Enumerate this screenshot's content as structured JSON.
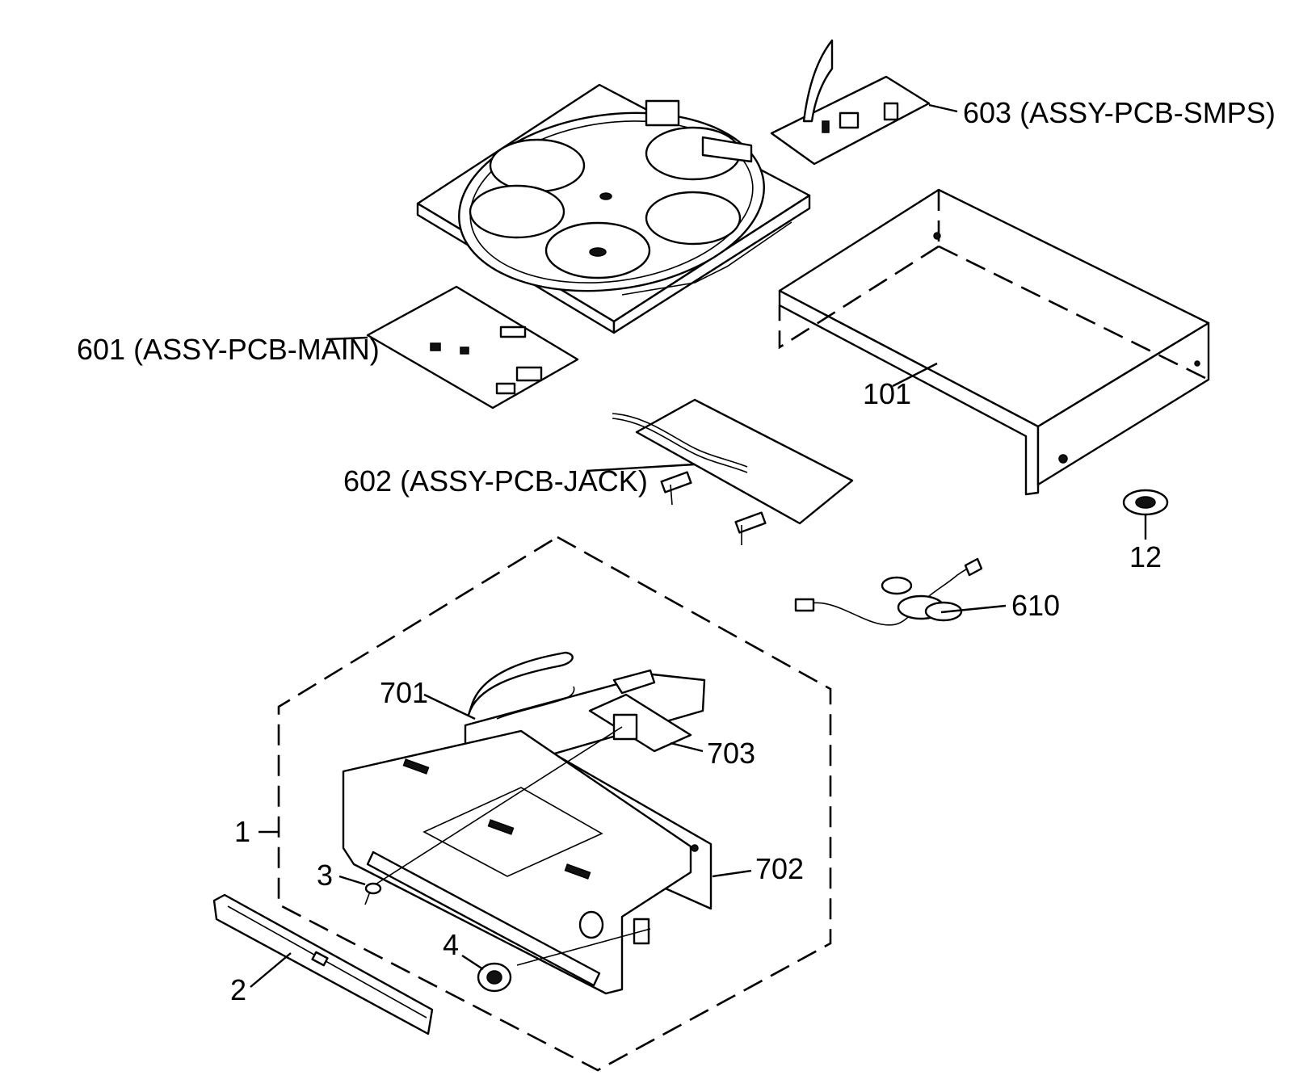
{
  "diagram": {
    "labels": {
      "p603": "603 (ASSY-PCB-SMPS)",
      "p601": "601 (ASSY-PCB-MAIN)",
      "p101": "101",
      "p602": "602 (ASSY-PCB-JACK)",
      "p12": "12",
      "p610": "610",
      "p701": "701",
      "p703": "703",
      "p1": "1",
      "p702": "702",
      "p3": "3",
      "p4": "4",
      "p2": "2"
    }
  }
}
